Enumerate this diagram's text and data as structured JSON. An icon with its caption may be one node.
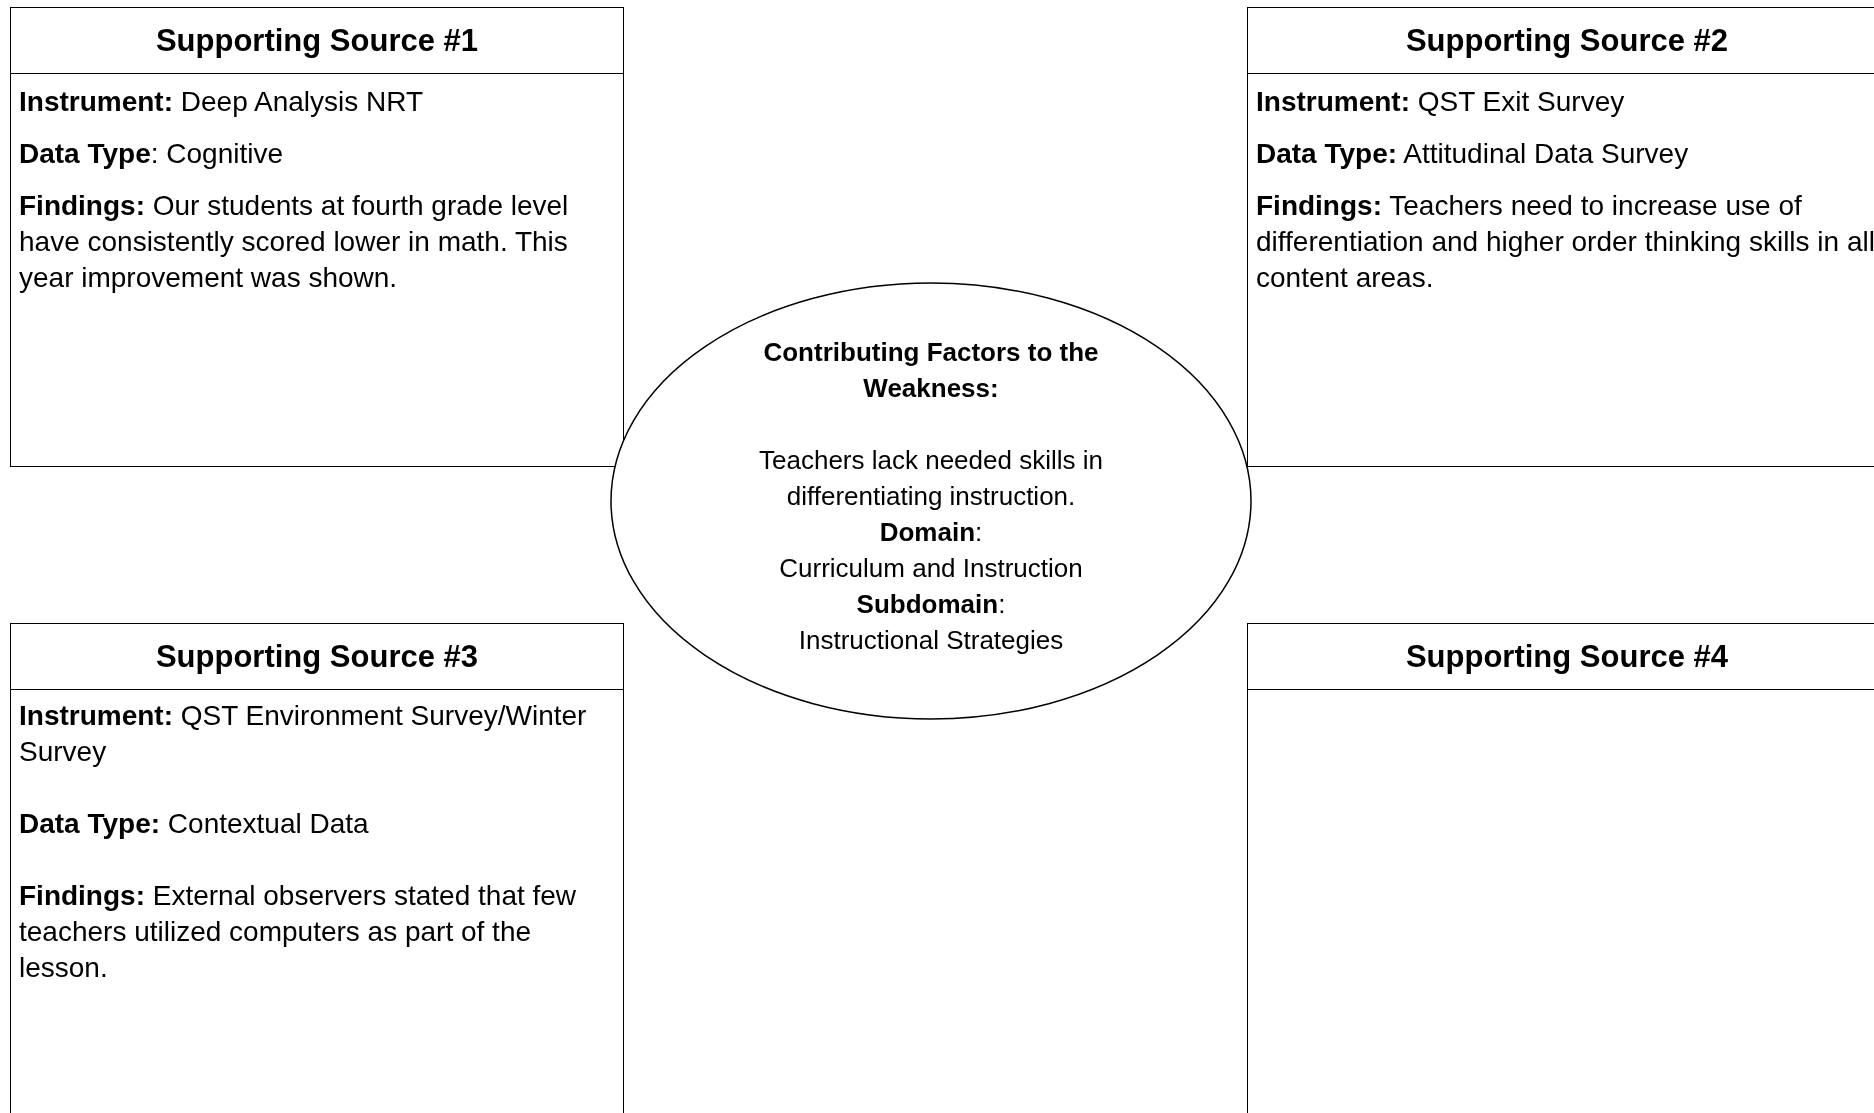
{
  "diagram": {
    "nodes": [
      {
        "text": [
          "Supporting Source #1",
          "**Instrument:** Deep Analysis NRT",
          "**Data Type**: Cognitive",
          "**Findings:** Our students at fourth grade level have consistently scored lower in math. This year improvement was shown."
        ]
      },
      {
        "text": [
          "Supporting Source #2",
          "**Instrument:** QST Exit Survey",
          "**Data Type:** Attitudinal Data Survey",
          "**Findings:** Teachers need to increase use of differentiation and higher order thinking skills in all content areas."
        ]
      },
      {
        "text": [
          "Contributing Factors to the Weakness:",
          "Teachers lack needed skills in differentiating instruction.",
          "**Domain**:",
          "Curriculum and Instruction",
          "**Subdomain**:",
          "Instructional Strategies"
        ]
      },
      {
        "text": [
          "Supporting Source #3",
          "**Instrument:** QST Environment Survey/Winter Survey",
          "**Data Type:** Contextual Data",
          "**Findings:** External observers stated that few teachers utilized computers as part of the lesson."
        ]
      },
      {
        "text": [
          "Supporting Source #4"
        ]
      }
    ],
    "edges": []
  }
}
